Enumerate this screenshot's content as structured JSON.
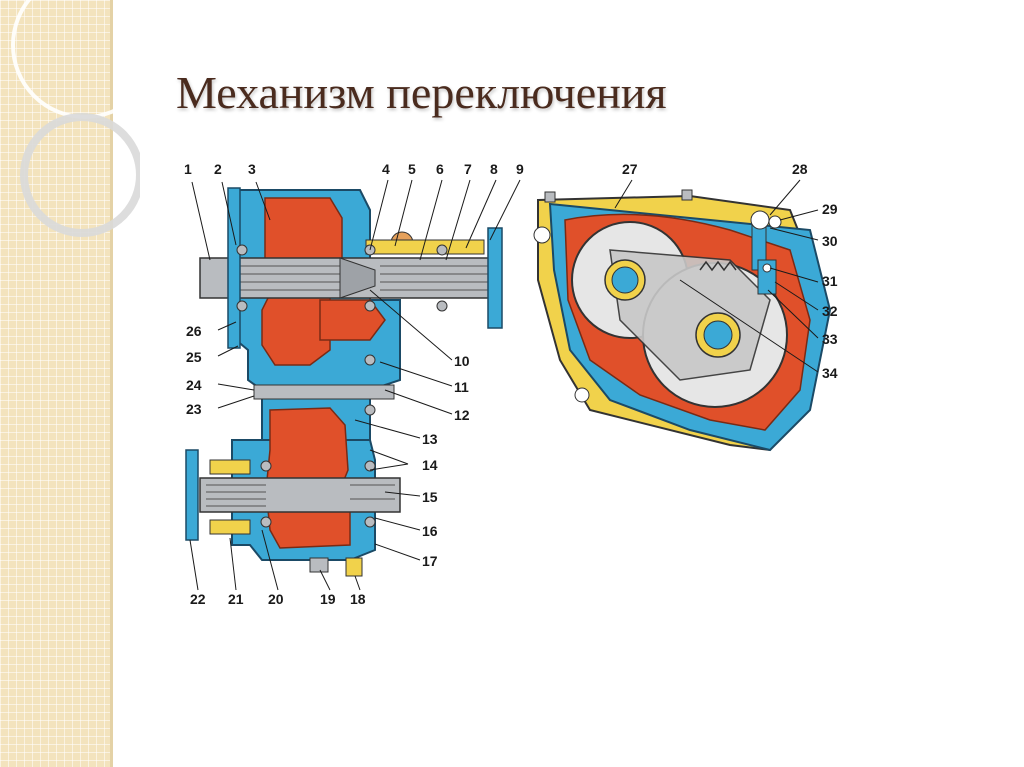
{
  "slide": {
    "title": "Механизм переключения"
  },
  "diagram": {
    "callouts": [
      "1",
      "2",
      "3",
      "4",
      "5",
      "6",
      "7",
      "8",
      "9",
      "10",
      "11",
      "12",
      "13",
      "14",
      "15",
      "16",
      "17",
      "18",
      "19",
      "20",
      "21",
      "22",
      "23",
      "24",
      "25",
      "26",
      "27",
      "28",
      "29",
      "30",
      "31",
      "32",
      "33",
      "34"
    ]
  },
  "colors": {
    "housing_blue": "#3ba9d6",
    "housing_orange": "#e0502a",
    "housing_yellow": "#f1d24b",
    "metal_gray": "#b9bcc0",
    "sidebar_tan": "#f3e3bd",
    "title_brown": "#4a2b1e"
  }
}
